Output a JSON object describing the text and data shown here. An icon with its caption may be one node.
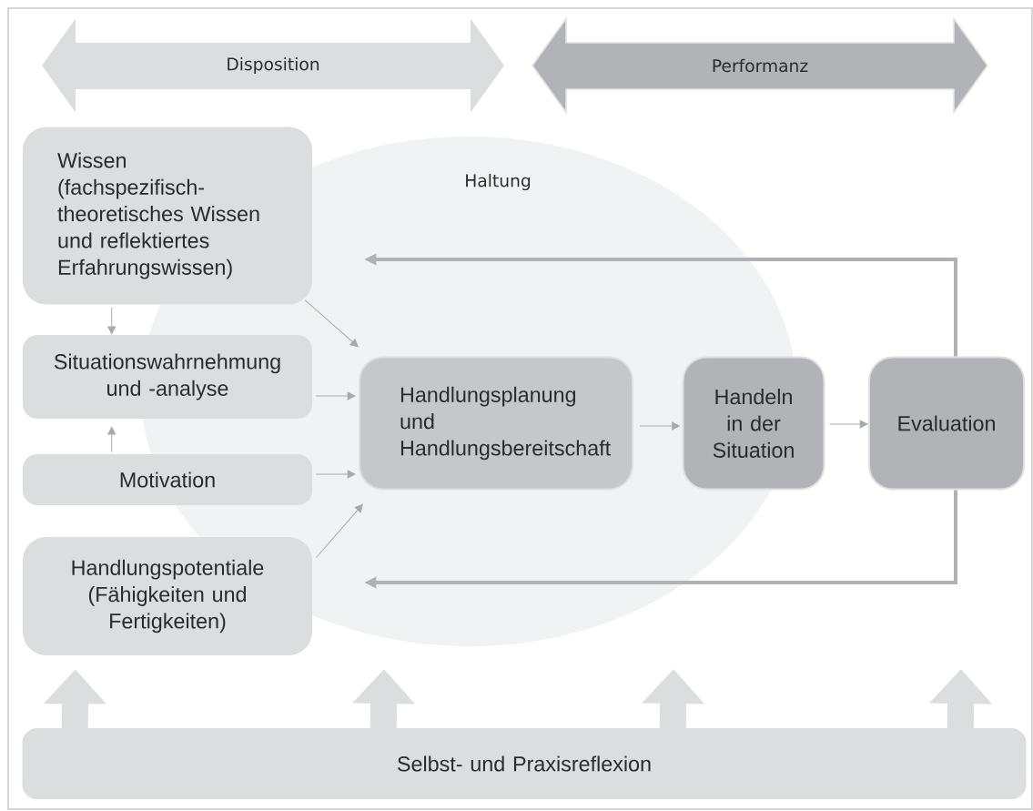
{
  "diagram": {
    "nodes": [
      {
        "text": [
          "Disposition"
        ]
      },
      {
        "text": [
          "Performanz"
        ]
      },
      {
        "text": [
          "Haltung"
        ]
      },
      {
        "text": [
          "Wissen (fachspezifisch-theoretisches Wissen und reflektiertes Erfahrungswissen)"
        ]
      },
      {
        "text": [
          "Situationswahrnehmung und -analyse"
        ]
      },
      {
        "text": [
          "Motivation"
        ]
      },
      {
        "text": [
          "Handlungspotentiale (Fähigkeiten und Fertigkeiten)"
        ]
      },
      {
        "text": [
          "Handlungsplanung und Handlungsbereitschaft"
        ],
        "in": 2
      },
      {
        "text": [
          "Handeln in der Situation"
        ]
      },
      {
        "text": [
          "Evaluation"
        ]
      },
      {
        "text": [
          "Selbst- und Praxisreflexion"
        ]
      }
    ],
    "edges": [
      {
        "from": 3,
        "to": 4,
        "arrow": "to"
      },
      {
        "from": 5,
        "to": 4,
        "arrow": "to"
      },
      {
        "from": 3,
        "to": 7,
        "arrow": "to"
      },
      {
        "from": 4,
        "to": 7,
        "arrow": "to"
      },
      {
        "from": 5,
        "to": 7,
        "arrow": "to"
      },
      {
        "from": 6,
        "to": 7,
        "arrow": "to"
      },
      {
        "from": 7,
        "to": 8,
        "arrow": "to"
      },
      {
        "from": 8,
        "to": 9,
        "arrow": "to"
      },
      {
        "from": 9,
        "to": null,
        "arrow": "to",
        "style": "thick",
        "color": "#b0b1b5"
      },
      {
        "from": 9,
        "to": null,
        "arrow": "to",
        "style": "thick",
        "color": "#b0b1b5"
      },
      {
        "from": 10,
        "to": 6,
        "arrow": "to",
        "style": "thick",
        "color": "#dcdddf"
      },
      {
        "from": 10,
        "to": null,
        "arrow": "to",
        "style": "thick",
        "color": "#dcdddf"
      },
      {
        "from": 10,
        "to": null,
        "arrow": "to",
        "style": "thick",
        "color": "#dcdddf"
      },
      {
        "from": 10,
        "to": null,
        "arrow": "to",
        "style": "thick",
        "color": "#dcdddf"
      }
    ]
  }
}
